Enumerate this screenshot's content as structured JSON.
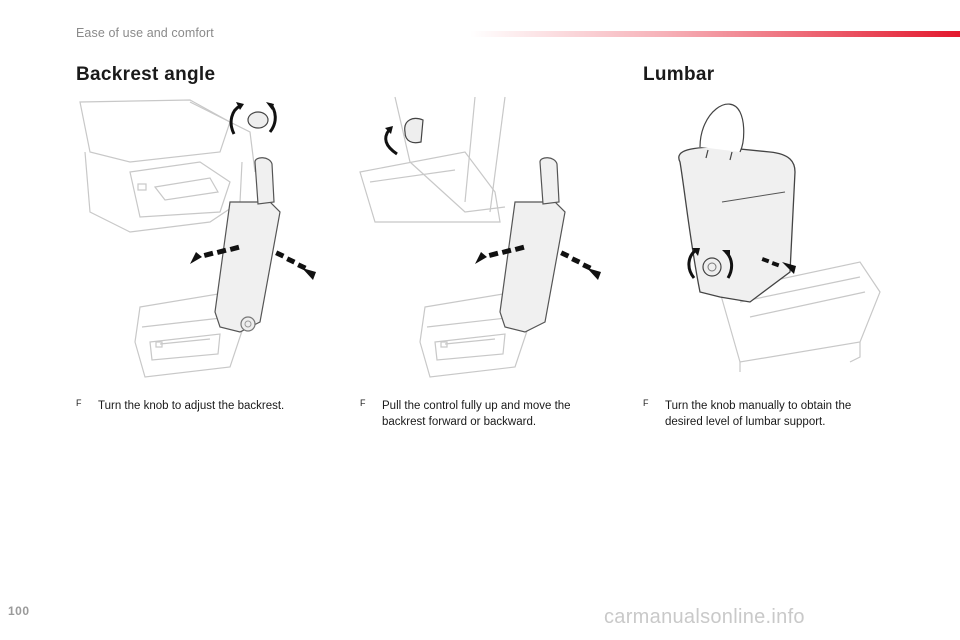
{
  "header": {
    "section": "Ease of use and comfort"
  },
  "sections": [
    {
      "title": "Backrest angle"
    },
    {
      "title": "Lumbar"
    }
  ],
  "instructions": [
    {
      "bullet": "F",
      "text": "Turn the knob to adjust the backrest."
    },
    {
      "bullet": "F",
      "text_lines": [
        "Pull the control fully up and move the",
        "backrest forward or backward."
      ]
    },
    {
      "bullet": "F",
      "text_lines": [
        "Turn the knob manually to obtain the",
        "desired level of lumbar support."
      ]
    }
  ],
  "icons": [
    "seat-knob-illustration",
    "seat-lever-illustration",
    "lumbar-seat-illustration",
    "rotation-arrow-icon",
    "direction-arrow-icon"
  ],
  "colors": {
    "accent": "#e3182d",
    "line_art": "#c8c8c8",
    "seat_fill": "#f0f0f0",
    "arrow": "#111111"
  },
  "page_number": "100",
  "watermark": "carmanualsonline.info"
}
